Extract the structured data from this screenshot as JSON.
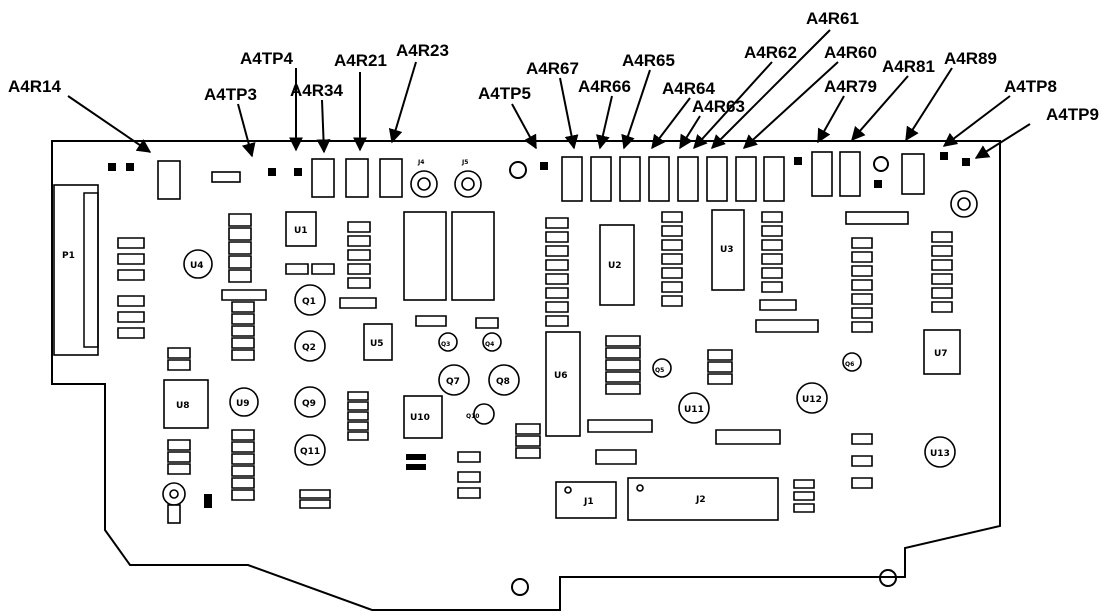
{
  "callouts": [
    {
      "id": "r14",
      "text": "A4R14"
    },
    {
      "id": "tp4",
      "text": "A4TP4"
    },
    {
      "id": "tp3",
      "text": "A4TP3"
    },
    {
      "id": "r34",
      "text": "A4R34"
    },
    {
      "id": "r21",
      "text": "A4R21"
    },
    {
      "id": "r23",
      "text": "A4R23"
    },
    {
      "id": "tp5",
      "text": "A4TP5"
    },
    {
      "id": "r67",
      "text": "A4R67"
    },
    {
      "id": "r66",
      "text": "A4R66"
    },
    {
      "id": "r65",
      "text": "A4R65"
    },
    {
      "id": "r64",
      "text": "A4R64"
    },
    {
      "id": "r63",
      "text": "A4R63"
    },
    {
      "id": "r62",
      "text": "A4R62"
    },
    {
      "id": "r61",
      "text": "A4R61"
    },
    {
      "id": "r60",
      "text": "A4R60"
    },
    {
      "id": "r79",
      "text": "A4R79"
    },
    {
      "id": "r81",
      "text": "A4R81"
    },
    {
      "id": "r89",
      "text": "A4R89"
    },
    {
      "id": "tp8",
      "text": "A4TP8"
    },
    {
      "id": "tp9",
      "text": "A4TP9"
    }
  ],
  "board": {
    "connector_p1": "P1",
    "ics": {
      "u1": "U1",
      "u2": "U2",
      "u3": "U3",
      "u4": "U4",
      "u5": "U5",
      "u6": "U6",
      "u7": "U7",
      "u8": "U8",
      "u9": "U9",
      "u10": "U10",
      "u11": "U11",
      "u12": "U12",
      "u13": "U13"
    },
    "transistors": {
      "q1": "Q1",
      "q2": "Q2",
      "q3": "Q3",
      "q4": "Q4",
      "q5": "Q5",
      "q6": "Q6",
      "q7": "Q7",
      "q8": "Q8",
      "q9": "Q9",
      "q10": "Q10",
      "q11": "Q11"
    },
    "jacks": {
      "j1": "J1",
      "j2": "J2",
      "j4": "J4",
      "j5": "J5"
    }
  }
}
